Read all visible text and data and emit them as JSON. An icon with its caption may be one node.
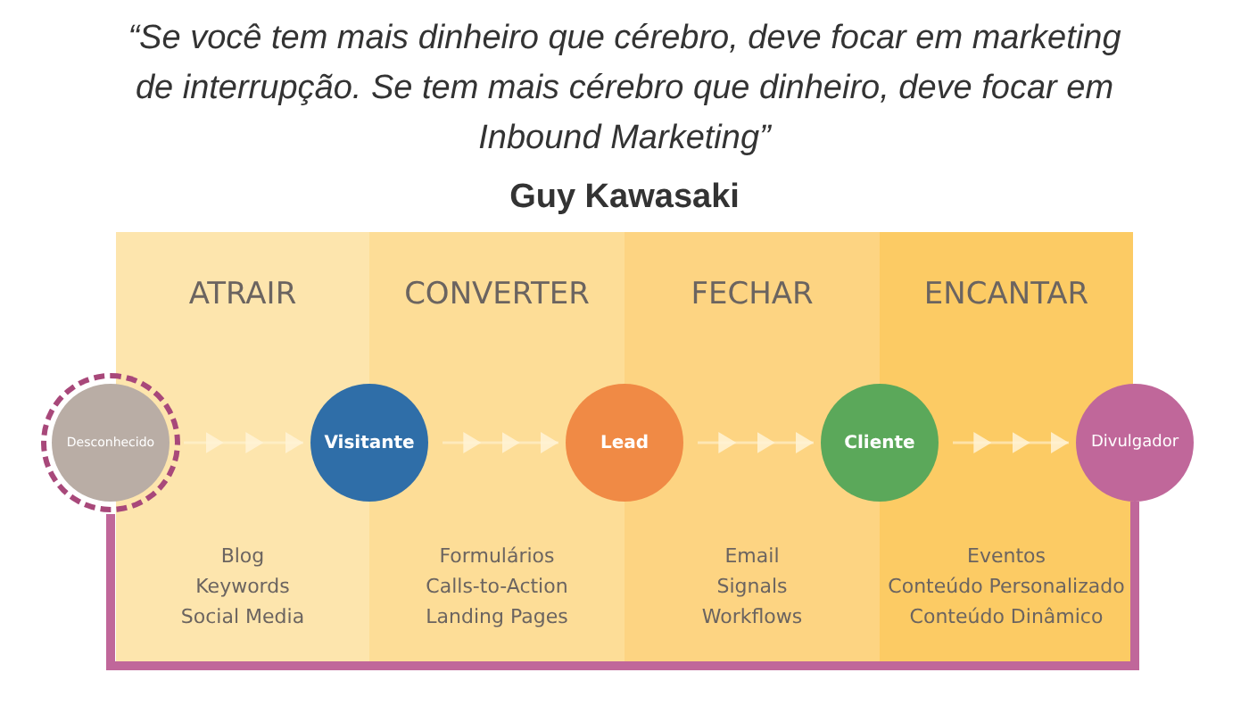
{
  "diagram": {
    "title": "“Se você tem mais dinheiro que cérebro, deve focar em marketing de interrupção. Se tem mais cérebro que dinheiro, deve focar em Inbound Marketing”",
    "nodes": [
      {
        "text": [
          "ATRAIR"
        ],
        "beside": [
          "Blog",
          "Keywords",
          "Social Media"
        ]
      },
      {
        "text": [
          "CONVERTER"
        ],
        "beside": [
          "Formulários",
          "Calls-to-Action",
          "Landing Pages"
        ]
      },
      {
        "text": [
          "FECHAR"
        ],
        "beside": [
          "Email",
          "Signals",
          "Workflows"
        ]
      },
      {
        "text": [
          "ENCANTAR"
        ],
        "beside": [
          "Eventos",
          "Conteúdo Personalizado",
          "Conteúdo Dinâmico"
        ]
      },
      {
        "text": [
          "Desconhecido"
        ]
      },
      {
        "text": [
          "Visitante"
        ]
      },
      {
        "text": [
          "Lead"
        ]
      },
      {
        "text": [
          "Cliente"
        ]
      },
      {
        "text": [
          "Divulgador"
        ]
      }
    ],
    "edges": [
      {
        "from": 4,
        "to": 5,
        "arrow": "to"
      },
      {
        "from": 5,
        "to": 6,
        "arrow": "to"
      },
      {
        "from": 6,
        "to": 7,
        "arrow": "to"
      },
      {
        "from": 7,
        "to": 8,
        "arrow": "to"
      },
      {
        "from": 8,
        "to": 4,
        "arrow": "none",
        "style": "thick",
        "color": "#c0679a"
      }
    ],
    "labels": [
      "Guy Kawasaki"
    ]
  }
}
